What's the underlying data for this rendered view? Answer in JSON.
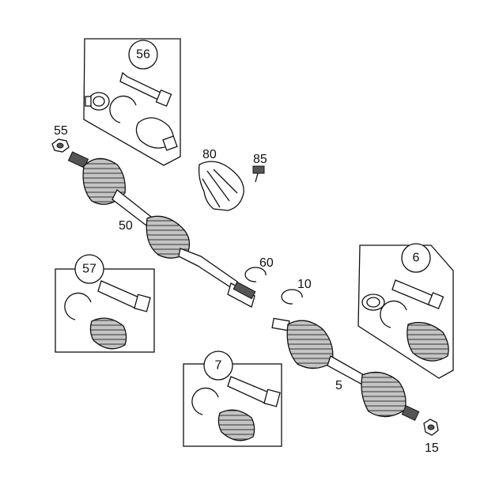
{
  "diagram": {
    "callouts": {
      "c56": "56",
      "c57": "57",
      "c6": "6",
      "c7": "7"
    },
    "labels": {
      "l55": "55",
      "l50": "50",
      "l80": "80",
      "l85": "85",
      "l60": "60",
      "l10": "10",
      "l5": "5",
      "l15": "15"
    }
  }
}
